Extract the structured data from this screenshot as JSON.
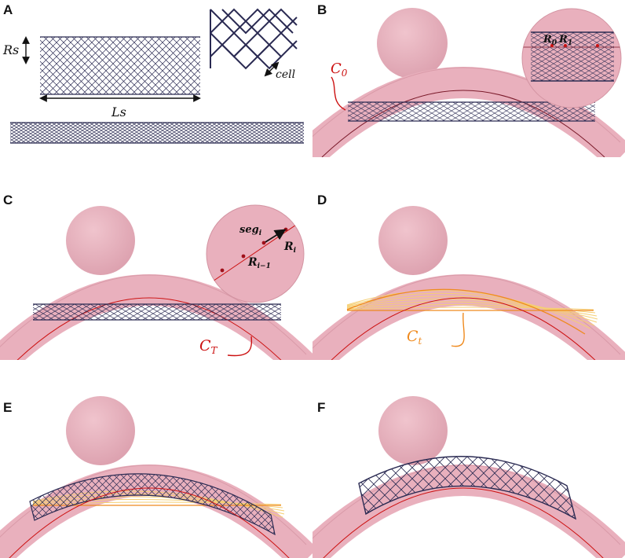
{
  "panels": {
    "a": {
      "label": "A",
      "rs": "Rs",
      "ls": "Ls",
      "cell": "cell"
    },
    "b": {
      "label": "B",
      "c0": "C",
      "c0_sub": "0",
      "r0": "R",
      "r0_sub": "0",
      "r1": "R",
      "r1_sub": "1"
    },
    "c": {
      "label": "C",
      "ct": "C",
      "ct_sub": "T",
      "seg": "seg",
      "seg_sub": "i",
      "ri": "R",
      "ri_sub": "i",
      "rim1": "R",
      "rim1_sub": "i−1"
    },
    "d": {
      "label": "D",
      "ct": "C",
      "ct_sub": "t"
    },
    "e": {
      "label": "E"
    },
    "f": {
      "label": "F"
    }
  },
  "colors": {
    "vessel": "#e9b0bd",
    "vessel_edge": "#d394a2",
    "vessel_inner": "#f2d3da",
    "stent": "#2a2a52",
    "centerline_red": "#cc1111",
    "trajectory_orange": "#ef8a1e",
    "guide_yellow": "#f5cf73",
    "label_black": "#111111"
  }
}
